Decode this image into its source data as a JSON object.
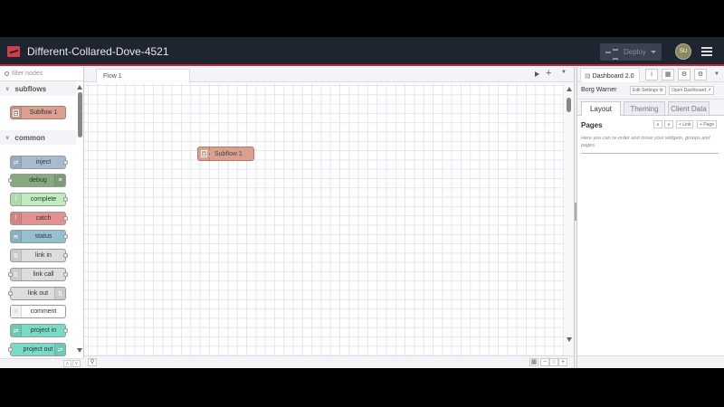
{
  "header": {
    "title": "Different-Collared-Dove-4521",
    "deploy_label": "Deploy",
    "avatar_initials": "SU"
  },
  "palette": {
    "filter_placeholder": "filter nodes",
    "categories": [
      {
        "label": "subflows",
        "nodes": [
          {
            "label": "Subflow 1",
            "color": "#d9a090"
          }
        ]
      },
      {
        "label": "common",
        "nodes": [
          {
            "label": "inject",
            "color": "#a6bbcf"
          },
          {
            "label": "debug",
            "color": "#87a980"
          },
          {
            "label": "complete",
            "color": "#c0edc0"
          },
          {
            "label": "catch",
            "color": "#e49191"
          },
          {
            "label": "status",
            "color": "#94c1d0"
          },
          {
            "label": "link in",
            "color": "#dddddd"
          },
          {
            "label": "link call",
            "color": "#dddddd"
          },
          {
            "label": "link out",
            "color": "#dddddd"
          },
          {
            "label": "comment",
            "color": "#ffffff"
          },
          {
            "label": "project in",
            "color": "#77dbc6"
          },
          {
            "label": "project out",
            "color": "#77dbc6"
          }
        ]
      }
    ]
  },
  "workspace": {
    "tabs": [
      {
        "label": "Flow 1"
      }
    ],
    "nodes": [
      {
        "label": "Subflow 1",
        "color": "#d9a090"
      }
    ]
  },
  "sidebar": {
    "active_tab": "Dashboard 2.0",
    "user": "Borg Warner",
    "edit_settings": "Edit Settings",
    "open_dashboard": "Open Dashboard",
    "sub_tabs": [
      "Layout",
      "Theming",
      "Client Data"
    ],
    "pages_title": "Pages",
    "pages_desc": "Here you can re-order and move your widgets, groups and pages.",
    "link_btn": "+ Link",
    "page_btn": "+ Page"
  }
}
